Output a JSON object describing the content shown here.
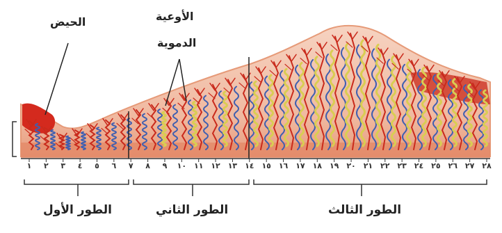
{
  "labels": {
    "menses": "الحيض",
    "vessels_line1": "الأوعية",
    "vessels_line2": "الدموية",
    "phase1": "الطور الأول",
    "phase2": "الطور الثاني",
    "phase3": "الطور الثالث"
  },
  "days": [
    "١",
    "٢",
    "٣",
    "٤",
    "٥",
    "٦",
    "٧",
    "٨",
    "٩",
    "١٠",
    "١١",
    "١٢",
    "١٣",
    "١٤",
    "١٥",
    "١٦",
    "١٧",
    "١٨",
    "١٩",
    "٢٠",
    "٢١",
    "٢٢",
    "٢٣",
    "٢٤",
    "٢٥",
    "٢٦",
    "٢٧",
    "٢٨"
  ],
  "colors": {
    "tissue": "#f3c1a8",
    "tissue_dark": "#e58e6a",
    "artery": "#c92a1c",
    "vein": "#3f5fb0",
    "gland": "#d9cd52",
    "menses": "#d7261c"
  }
}
